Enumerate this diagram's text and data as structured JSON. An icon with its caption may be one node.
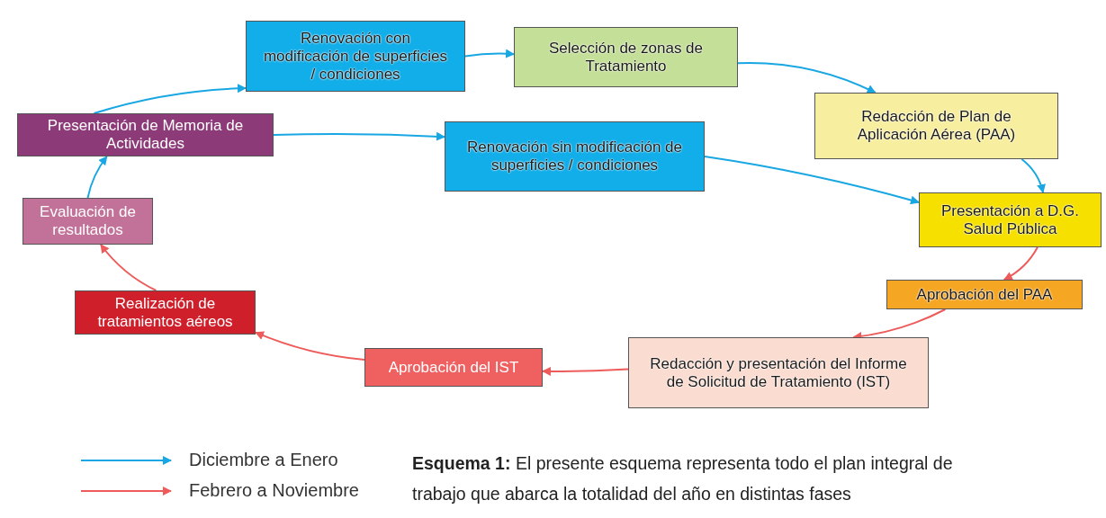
{
  "diagram": {
    "caption": "**Esquema 1:** El presente esquema representa todo el plan integral de trabajo que abarca la totalidad del año en distintas fases",
    "nodes": [
      {
        "text": [
          "Renovación con modificación de superficies / condiciones"
        ]
      },
      {
        "text": [
          "Selección de zonas de Tratamiento"
        ]
      },
      {
        "text": [
          "Redacción de Plan de Aplicación Aérea (PAA)"
        ]
      },
      {
        "text": [
          "Presentación de Memoria de Actividades"
        ]
      },
      {
        "text": [
          "Renovación sin modificación de superficies / condiciones"
        ]
      },
      {
        "text": [
          "Presentación a D.G. Salud Pública"
        ]
      },
      {
        "text": [
          "Evaluación de resultados"
        ]
      },
      {
        "text": [
          "Aprobación del PAA"
        ]
      },
      {
        "text": [
          "Realización de tratamientos aéreos"
        ]
      },
      {
        "text": [
          "Redacción y presentación del Informe de Solicitud de Tratamiento (IST)"
        ]
      },
      {
        "text": [
          "Aprobación del IST"
        ]
      }
    ],
    "edges": [
      {
        "from": 3,
        "to": 0,
        "arrow": "to"
      },
      {
        "from": 0,
        "to": 1,
        "arrow": "to"
      },
      {
        "from": 1,
        "to": 2,
        "arrow": "to"
      },
      {
        "from": 2,
        "to": 5,
        "arrow": "to"
      },
      {
        "from": 3,
        "to": 4,
        "arrow": "to"
      },
      {
        "from": 4,
        "to": 5,
        "arrow": "to"
      },
      {
        "from": 6,
        "to": 3,
        "arrow": "to"
      },
      {
        "from": 5,
        "to": 7,
        "arrow": "to",
        "color": "#ee5b5b"
      },
      {
        "from": 7,
        "to": 9,
        "arrow": "to",
        "color": "#ee5b5b"
      },
      {
        "from": 9,
        "to": 10,
        "arrow": "to",
        "color": "#ee5b5b"
      },
      {
        "from": 10,
        "to": 8,
        "arrow": "to",
        "color": "#ee5b5b"
      },
      {
        "from": 8,
        "to": 6,
        "arrow": "to",
        "color": "#ee5b5b"
      }
    ],
    "legend": [
      {
        "text": "Diciembre a Enero"
      },
      {
        "text": "Febrero a Noviembre"
      }
    ]
  }
}
